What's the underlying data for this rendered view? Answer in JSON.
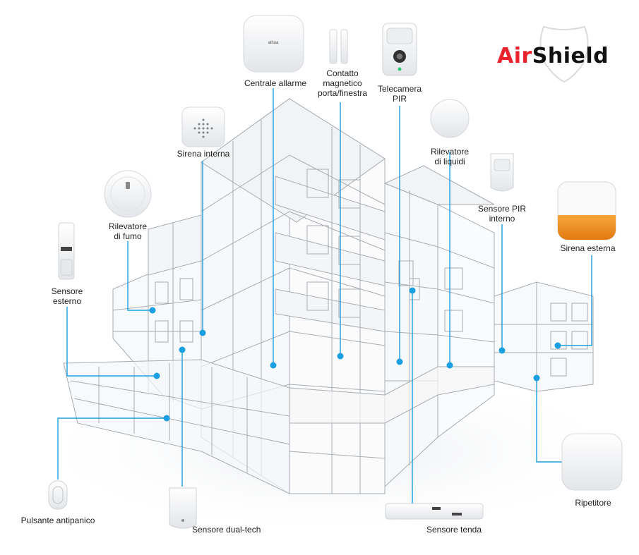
{
  "brand": {
    "logo_part1": "Air",
    "logo_part2": "Shield",
    "accent_red": "#e8232b",
    "accent_blue": "#1a9fe0",
    "device_orange": "#f08a1c",
    "wireframe_gray": "#9aa0a6"
  },
  "devices": {
    "alarm_panel": {
      "label": "Centrale allarme",
      "icon": "hub-icon"
    },
    "door_contact": {
      "label_line1": "Contatto",
      "label_line2": "magnetico",
      "label_line3": "porta/finestra",
      "icon": "magnetic-contact-icon"
    },
    "pir_camera": {
      "label_line1": "Telecamera",
      "label_line2": "PIR",
      "icon": "pir-camera-icon"
    },
    "indoor_siren": {
      "label": "Sirena interna",
      "icon": "indoor-siren-icon"
    },
    "water_detector": {
      "label_line1": "Rilevatore",
      "label_line2": "di liquidi",
      "icon": "water-detector-icon"
    },
    "indoor_pir": {
      "label_line1": "Sensore PIR",
      "label_line2": "interno",
      "icon": "pir-sensor-icon"
    },
    "outdoor_siren": {
      "label": "Sirena esterna",
      "icon": "outdoor-siren-icon"
    },
    "smoke_detector": {
      "label_line1": "Rilevatore",
      "label_line2": "di fumo",
      "icon": "smoke-detector-icon"
    },
    "outdoor_sensor": {
      "label_line1": "Sensore",
      "label_line2": "esterno",
      "icon": "outdoor-sensor-icon"
    },
    "repeater": {
      "label": "Ripetitore",
      "icon": "repeater-icon"
    },
    "panic_button": {
      "label": "Pulsante antipanico",
      "icon": "panic-button-icon"
    },
    "dual_tech": {
      "label": "Sensore dual-tech",
      "icon": "dual-tech-sensor-icon"
    },
    "curtain_sensor": {
      "label": "Sensore tenda",
      "icon": "curtain-sensor-icon"
    }
  },
  "device_brand_mark": "alhua"
}
